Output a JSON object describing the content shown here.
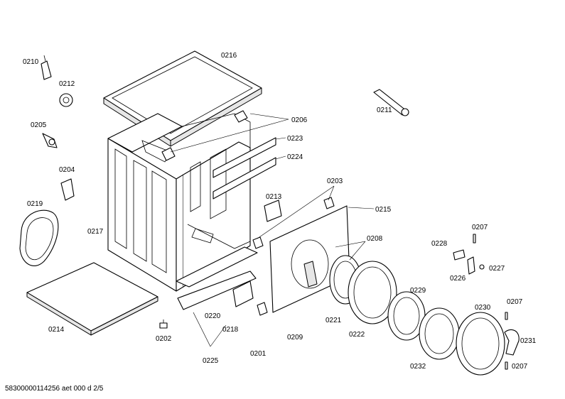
{
  "labels": {
    "p0210": "0210",
    "p0212": "0212",
    "p0205": "0205",
    "p0204": "0204",
    "p0219": "0219",
    "p0217": "0217",
    "p0214": "0214",
    "p0216": "0216",
    "p0206": "0206",
    "p0223": "0223",
    "p0224": "0224",
    "p0213": "0213",
    "p0203": "0203",
    "p0215": "0215",
    "p0208": "0208",
    "p0211": "0211",
    "p0228": "0228",
    "p0207a": "0207",
    "p0227": "0227",
    "p0226": "0226",
    "p0229": "0229",
    "p0230": "0230",
    "p0207b": "0207",
    "p0231": "0231",
    "p0207c": "0207",
    "p0232": "0232",
    "p0222": "0222",
    "p0221": "0221",
    "p0209": "0209",
    "p0201": "0201",
    "p0218": "0218",
    "p0220": "0220",
    "p0225": "0225",
    "p0202": "0202"
  },
  "footer": "58300000114256 aet 000 d 2/5"
}
